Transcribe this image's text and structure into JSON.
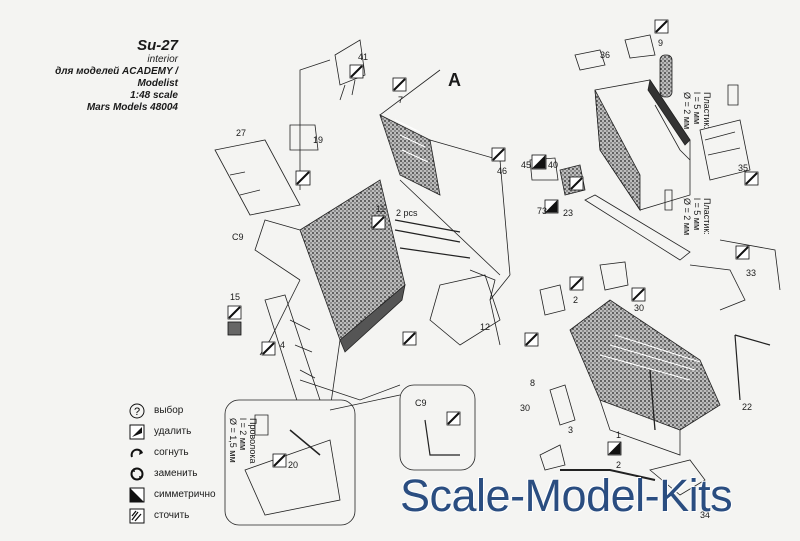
{
  "title": {
    "model": "Su-27",
    "subtitle": "interior",
    "line1": "для моделей ACADEMY / Modelist",
    "line2": "1:48 scale",
    "line3": "Mars Models 48004"
  },
  "section_letter": "A",
  "legend": [
    {
      "icon": "question-icon",
      "label": "выбор"
    },
    {
      "icon": "cut-icon",
      "label": "удалить"
    },
    {
      "icon": "bend-icon",
      "label": "согнуть"
    },
    {
      "icon": "replace-icon",
      "label": "заменить"
    },
    {
      "icon": "mirror-icon",
      "label": "симметрично"
    },
    {
      "icon": "grind-icon",
      "label": "сточить"
    }
  ],
  "notes": {
    "plastic_top_label": "Пластик:",
    "plastic_top_l": "l = 5 мм",
    "plastic_top_d": "Ø = 2 мм",
    "plastic_bottom_label": "Пластик:",
    "plastic_bottom_l": "l = 5 мм",
    "plastic_bottom_d": "Ø = 2 мм",
    "wire_label": "Проволока",
    "wire_l": "l = 2 мм",
    "wire_d": "Ø = 1,5 мм"
  },
  "part_numbers": [
    "41",
    "7",
    "19",
    "27",
    "C9",
    "15",
    "4",
    "20",
    "2 pcs",
    "11",
    "46",
    "40",
    "45",
    "73",
    "23",
    "12",
    "36",
    "9",
    "35",
    "33",
    "2",
    "30",
    "8",
    "30",
    "3",
    "1",
    "2",
    "22",
    "34",
    "C9"
  ],
  "watermark": "Scale-Model-Kits"
}
